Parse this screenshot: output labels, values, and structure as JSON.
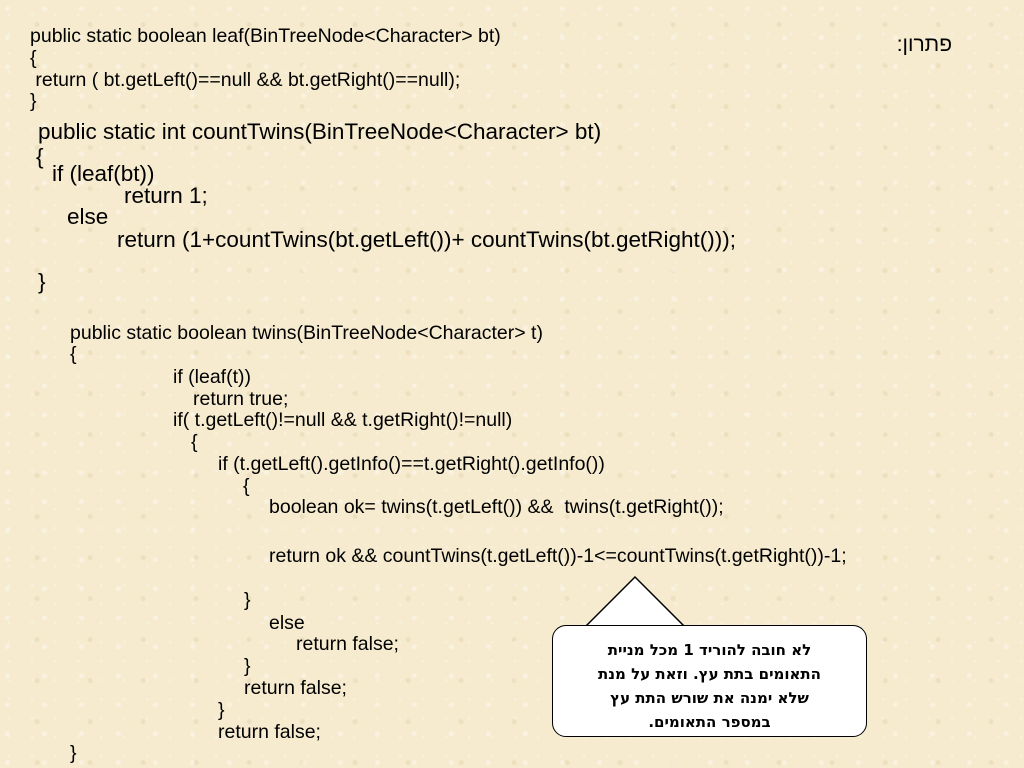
{
  "slide": {
    "title": "פתרון:",
    "leaf": {
      "sig": "public static boolean leaf(BinTreeNode<Character> bt)",
      "open": "{",
      "ret": " return ( bt.getLeft()==null && bt.getRight()==null);",
      "close": "}"
    },
    "count": {
      "sig": "public static int countTwins(BinTreeNode<Character> bt)",
      "open": "{",
      "if": "if (leaf(bt))",
      "ret1": "return 1;",
      "else": "else",
      "ret2": "return (1+countTwins(bt.getLeft())+ countTwins(bt.getRight()));",
      "close": "}"
    },
    "twins": {
      "sig": "public static boolean twins(BinTreeNode<Character> t)",
      "open": "{",
      "if_leaf": "if (leaf(t))",
      "ret_true": "return true;",
      "if_both": "if( t.getLeft()!=null && t.getRight()!=null)",
      "open2": "{",
      "if_info": "if (t.getLeft().getInfo()==t.getRight().getInfo())",
      "open3": "{",
      "ok": "boolean ok= twins(t.getLeft()) &&  twins(t.getRight());",
      "ret_ok": "return ok && countTwins(t.getLeft())-1<=countTwins(t.getRight())-1;",
      "close3": "}",
      "else": "else",
      "ret_false1": "return false;",
      "close2": "}",
      "ret_false2": "return false;",
      "close1": "}",
      "ret_false3": "return false;",
      "close0": "}"
    },
    "callout": {
      "line1": "לא חובה להוריד 1 מכל מניית",
      "line2": "התאומים בתת עץ. וזאת על מנת",
      "line3": "שלא ימנה את שורש התת עץ",
      "line4": "במספר התאומים."
    }
  }
}
